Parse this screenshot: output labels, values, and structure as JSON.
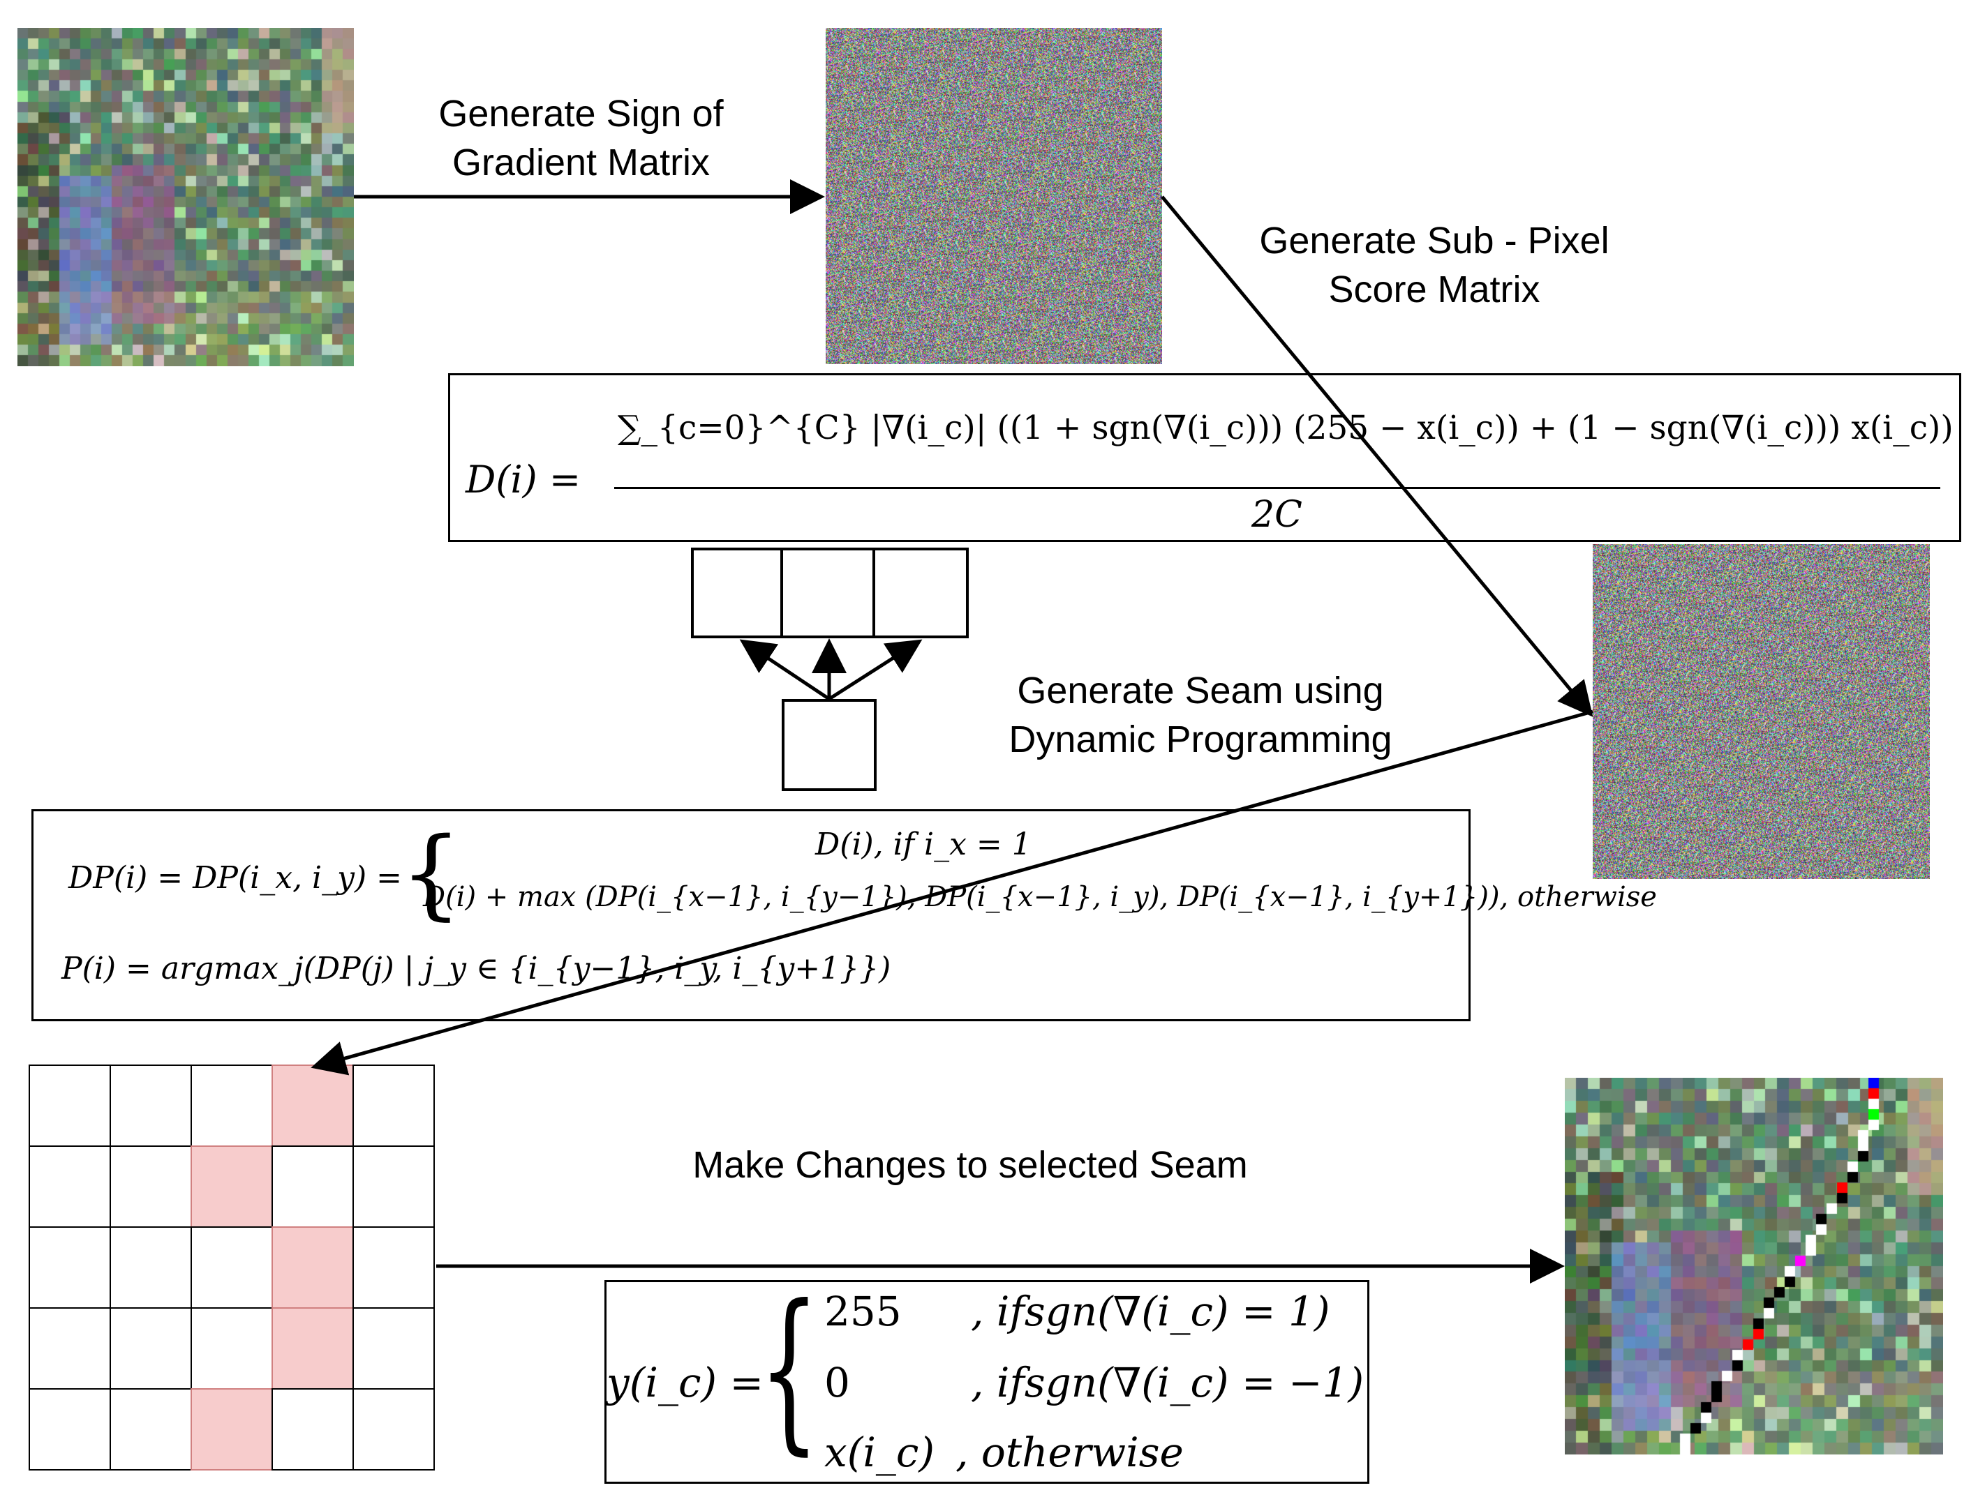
{
  "labels": {
    "sign_gradient_line1": "Generate Sign of",
    "sign_gradient_line2": "Gradient Matrix",
    "sub_pixel_line1": "Generate Sub - Pixel",
    "sub_pixel_line2": "Score Matrix",
    "seam_line1": "Generate Seam using",
    "seam_line2": "Dynamic Programming",
    "changes": "Make Changes to selected Seam"
  },
  "equation_d": {
    "lhs": "D(i) =",
    "numerator": "∑_{c=0}^{C} |∇(i_c)| ((1 + sgn(∇(i_c))) (255 − x(i_c)) + (1 − sgn(∇(i_c))) x(i_c))",
    "denominator": "2C"
  },
  "equation_dp": {
    "lhs": "DP(i) = DP(i_x, i_y) =",
    "case1": "D(i),  if i_x = 1",
    "case2": "D(i) + max (DP(i_{x−1}, i_{y−1}), DP(i_{x−1}, i_y), DP(i_{x−1}, i_{y+1})), otherwise",
    "path": "P(i) = argmax_j(DP(j) | j_y ∈ {i_{y−1}, i_y, i_{y+1}})"
  },
  "equation_y": {
    "lhs": "y(i_c) =",
    "case1_value": "255",
    "case1_cond": ", ifsgn(∇(i_c) = 1)",
    "case2_value": "0",
    "case2_cond": ", ifsgn(∇(i_c) = −1)",
    "case3_value": "x(i_c)",
    "case3_cond": ", otherwise"
  },
  "seam_grid": {
    "rows": 5,
    "cols": 5,
    "highlighted": [
      [
        0,
        3
      ],
      [
        1,
        2
      ],
      [
        2,
        3
      ],
      [
        3,
        3
      ],
      [
        4,
        2
      ]
    ],
    "highlight_color": "#f7cccc",
    "highlight_border": "#d08080"
  },
  "seam_colors": [
    "#0000ff",
    "#ff0000",
    "#ff00ff",
    "#00ff00",
    "#000000",
    "#ffffff",
    "#ff0000",
    "#ffff00",
    "#ff00ff"
  ],
  "images": {
    "input_photo": "blurry-photo-two-people",
    "sign_matrix": "noise-matrix",
    "score_matrix": "noise-matrix",
    "output_photo": "blurry-photo-with-seam"
  }
}
